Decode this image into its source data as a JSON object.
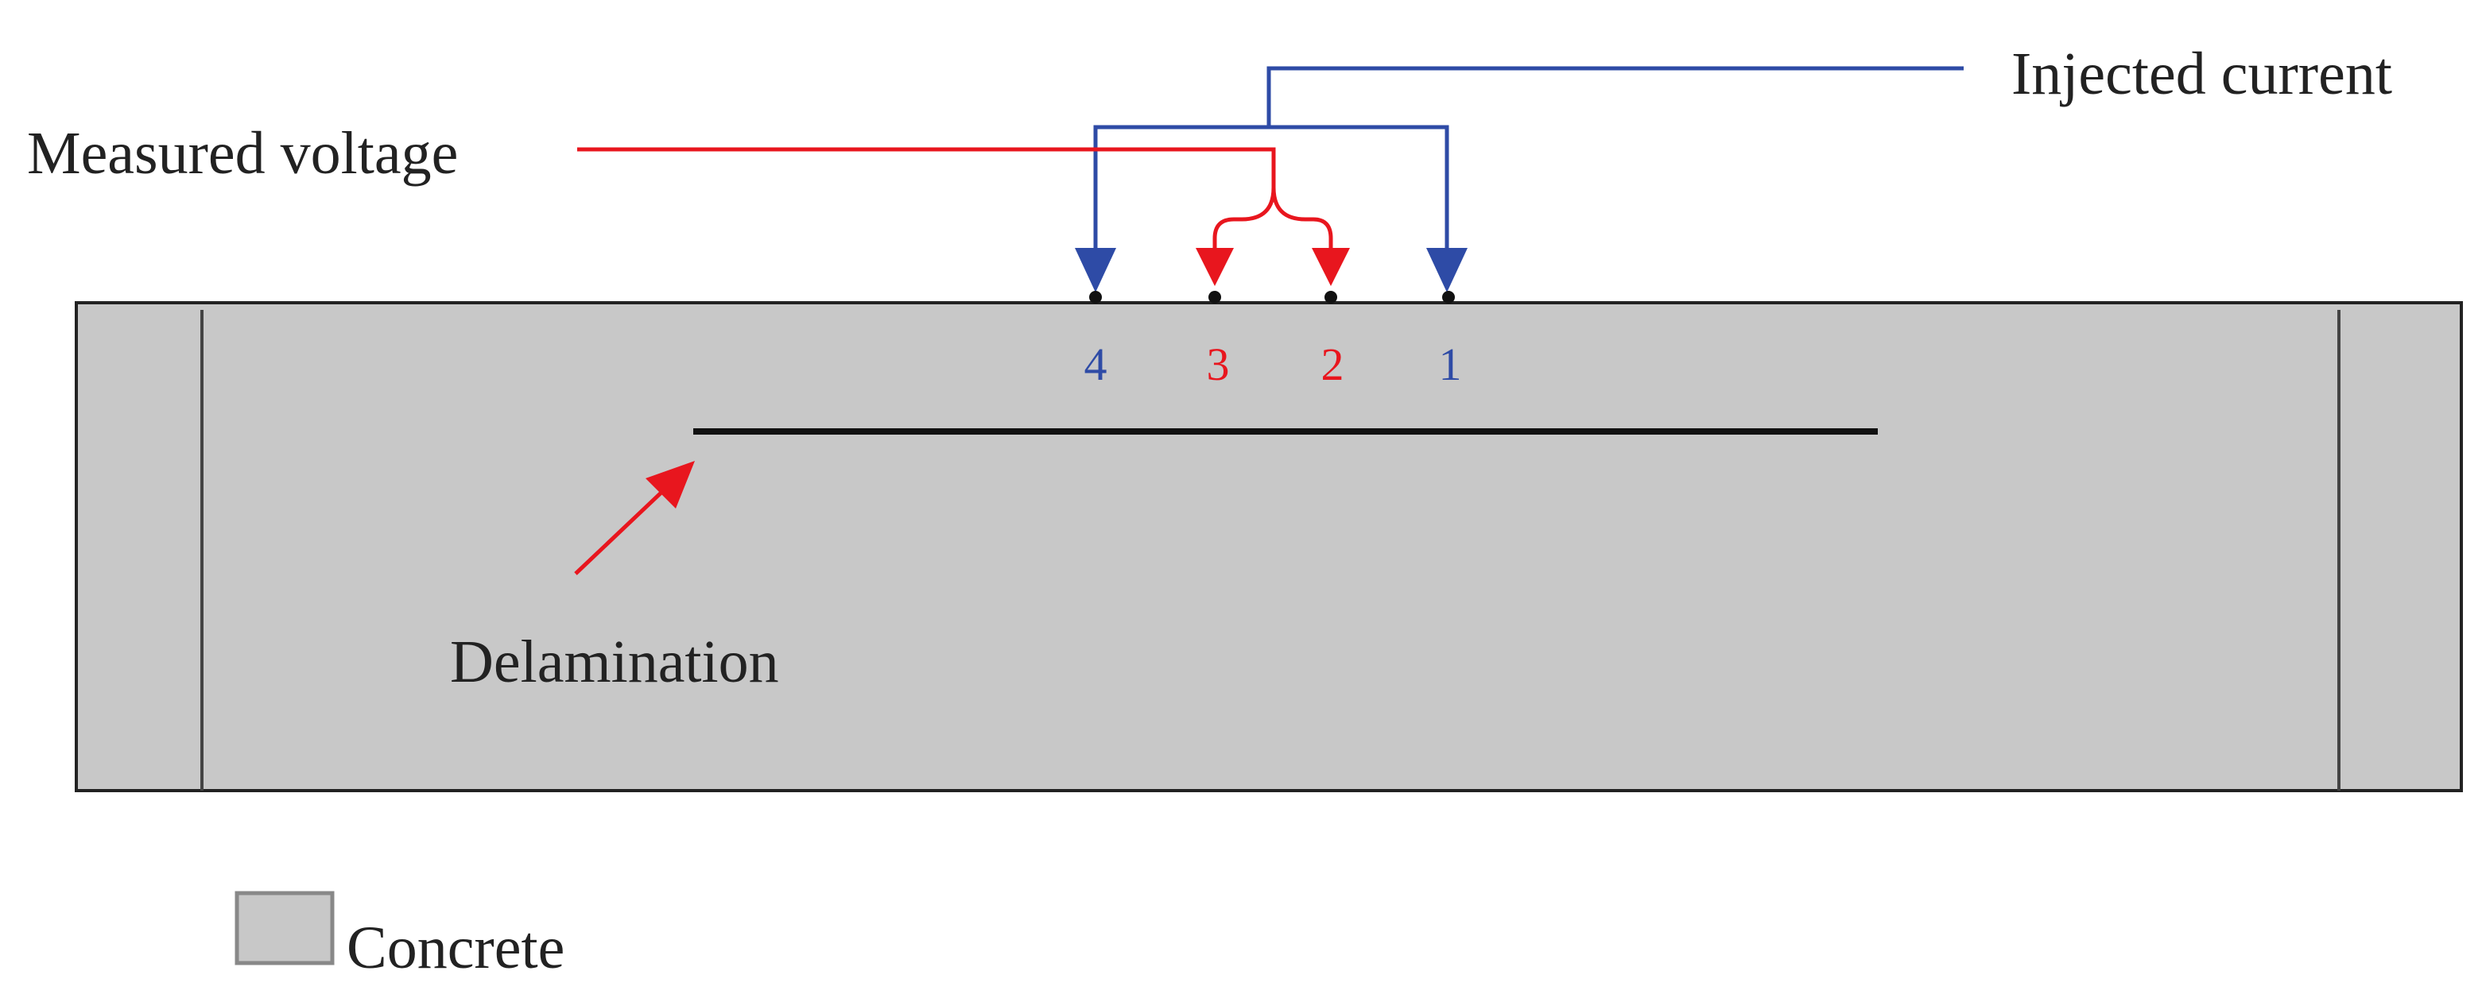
{
  "labels": {
    "injected_current": "Injected current",
    "measured_voltage": "Measured voltage",
    "delamination": "Delamination"
  },
  "electrodes": [
    {
      "number": "4",
      "role": "current"
    },
    {
      "number": "3",
      "role": "voltage"
    },
    {
      "number": "2",
      "role": "voltage"
    },
    {
      "number": "1",
      "role": "current"
    }
  ],
  "legend": {
    "label": "Concrete",
    "swatch_color": "#c8c8c8"
  },
  "colors": {
    "current": "#2e4ba6",
    "voltage": "#e8161e",
    "concrete": "#c8c8c8",
    "outline": "#222222"
  }
}
